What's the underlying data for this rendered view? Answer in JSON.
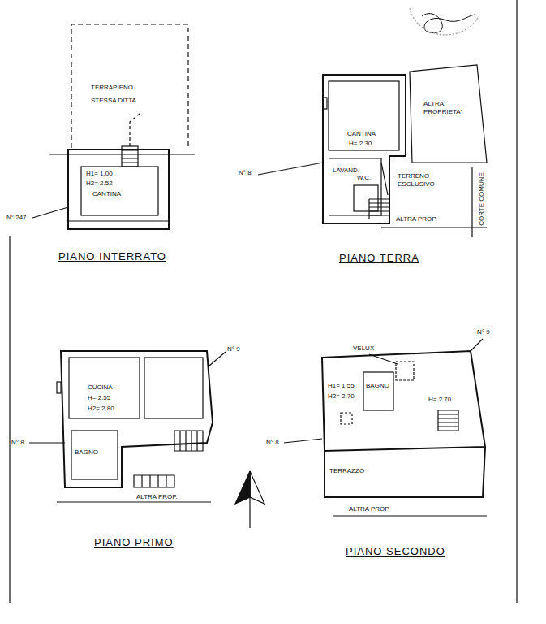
{
  "diagram": {
    "labels": [
      "TERRAPIENO",
      "STESSA DITTA",
      "H1= 1.00",
      "H2= 2.52",
      "CANTINA",
      "N° 247",
      "PIANO INTERRATO",
      "CANTINA",
      "H= 2.30",
      "ALTRA PROPRIETA'",
      "N° 8",
      "LAVAND.",
      "W.C.",
      "TERRENO ESCLUSIVO",
      "CORTE COMUNE",
      "ALTRA PROP.",
      "PIANO TERRA",
      "CUCINA",
      "H= 2.55",
      "H2= 2.80",
      "N° 9",
      "N° 8",
      "BAGNO",
      "ALTRA PROP.",
      "PIANO PRIMO",
      "VELUX",
      "N° 9",
      "H1= 1.55",
      "H2= 2.70",
      "BAGNO",
      "H= 2.70",
      "N° 8",
      "TERRAZZO",
      "ALTRA PROP.",
      "PIANO SECONDO"
    ]
  }
}
